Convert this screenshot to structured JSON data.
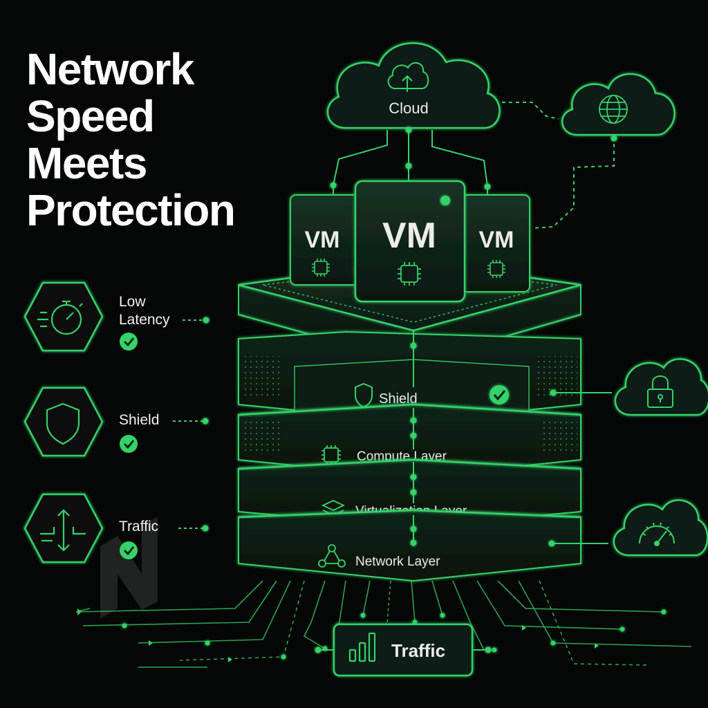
{
  "headline": {
    "line1": "Network",
    "line2": "Speed",
    "line3": "Meets",
    "line4": "Protection"
  },
  "features": [
    {
      "line1": "Low",
      "line2": "Latency",
      "icon": "stopwatch-icon",
      "checked": true
    },
    {
      "line1": "Shield",
      "line2": "",
      "icon": "shield-icon",
      "checked": true
    },
    {
      "line1": "Traffic",
      "line2": "",
      "icon": "traffic-arrows-icon",
      "checked": true
    }
  ],
  "cloud": {
    "label": "Cloud",
    "icon": "cloud-upload-icon"
  },
  "vms": {
    "left": "VM",
    "center": "VM",
    "right": "VM"
  },
  "layers": {
    "shield": "Shield",
    "compute": "Compute Layer",
    "virtualization": "Virtualization Layer",
    "network": "Network Layer"
  },
  "traffic_box": {
    "label": "Traffic",
    "icon": "bar-chart-icon"
  },
  "side_clouds": [
    "globe-cloud-icon",
    "lock-cloud-icon",
    "speedometer-cloud-icon"
  ],
  "colors": {
    "background": "#050706",
    "accent": "#35d26a",
    "accent_dark": "#1d6b3a",
    "panel": "#0f1f15",
    "text": "#ffffff"
  }
}
